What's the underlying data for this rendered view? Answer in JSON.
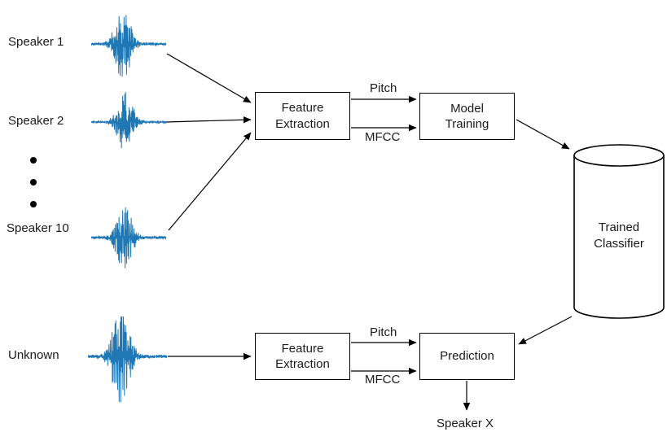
{
  "colors": {
    "waveform": "#1f77b4",
    "line": "#000000",
    "text": "#1a1a1a"
  },
  "speakers": {
    "speaker1": "Speaker 1",
    "speaker2": "Speaker 2",
    "speaker10": "Speaker 10",
    "unknown": "Unknown",
    "speakerx": "Speaker X"
  },
  "boxes": {
    "feature_extraction_top": "Feature Extraction",
    "model_training": "Model Training",
    "feature_extraction_bottom": "Feature Extraction",
    "prediction": "Prediction",
    "trained_classifier": "Trained Classifier"
  },
  "edges": {
    "pitch_top": "Pitch",
    "mfcc_top": "MFCC",
    "pitch_bottom": "Pitch",
    "mfcc_bottom": "MFCC"
  }
}
